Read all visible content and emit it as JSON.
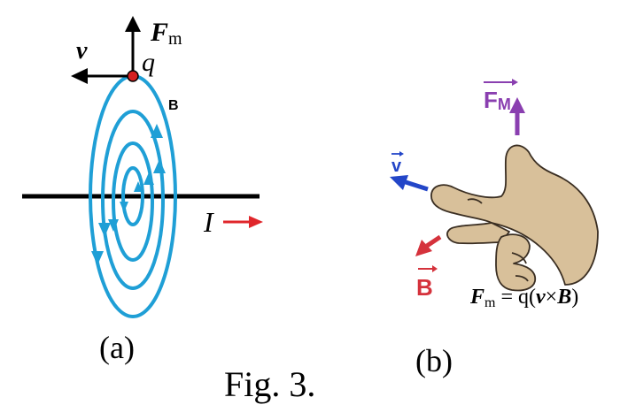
{
  "panel_a": {
    "force_label": {
      "main": "F",
      "sub": "m"
    },
    "velocity_label": "v",
    "charge_label": "q",
    "field_label": "B",
    "current_label": "I",
    "caption": "(a)"
  },
  "panel_b": {
    "force_label": {
      "main": "F",
      "sub": "M"
    },
    "velocity_label": "v",
    "field_label": "B",
    "formula": {
      "F": "F",
      "sub": "m",
      "eq": " = q(",
      "v": "v",
      "times": "×",
      "B": "B",
      "close": ")"
    },
    "caption": "(b)"
  },
  "figure_caption": "Fig. 3.",
  "colors": {
    "field_lines": "#1f9fd6",
    "current_arrow": "#e0262b",
    "charge_dot": "#d42020",
    "force_purple": "#8a3fb0",
    "velocity_blue": "#2346c8",
    "field_red": "#d5323c",
    "hand_skin": "#d8c09a",
    "hand_outline": "#3a2e22"
  },
  "icons": [
    "hand-icon"
  ]
}
